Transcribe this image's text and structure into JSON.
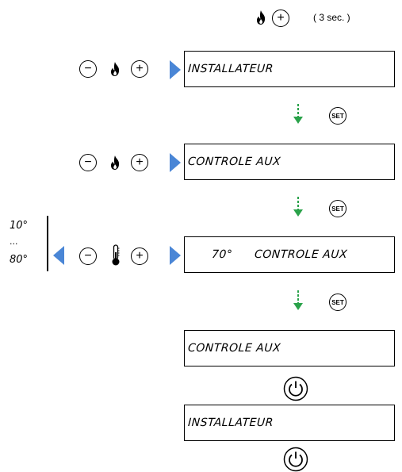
{
  "header": {
    "hold_hint": "( 3 sec. )"
  },
  "buttons": {
    "minus": "−",
    "plus": "+",
    "set": "SET"
  },
  "screens": {
    "installateur": "INSTALLATEUR",
    "controle_aux": "CONTROLE AUX",
    "temp_value": "70°",
    "controle_aux_temp": "CONTROLE AUX",
    "controle_aux_final": "CONTROLE AUX",
    "installateur_final": "INSTALLATEUR"
  },
  "range": {
    "min": "10°",
    "dots": "...",
    "max": "80°"
  },
  "colors": {
    "arrow_blue": "#4a86d6",
    "arrow_green": "#2aa24a"
  }
}
